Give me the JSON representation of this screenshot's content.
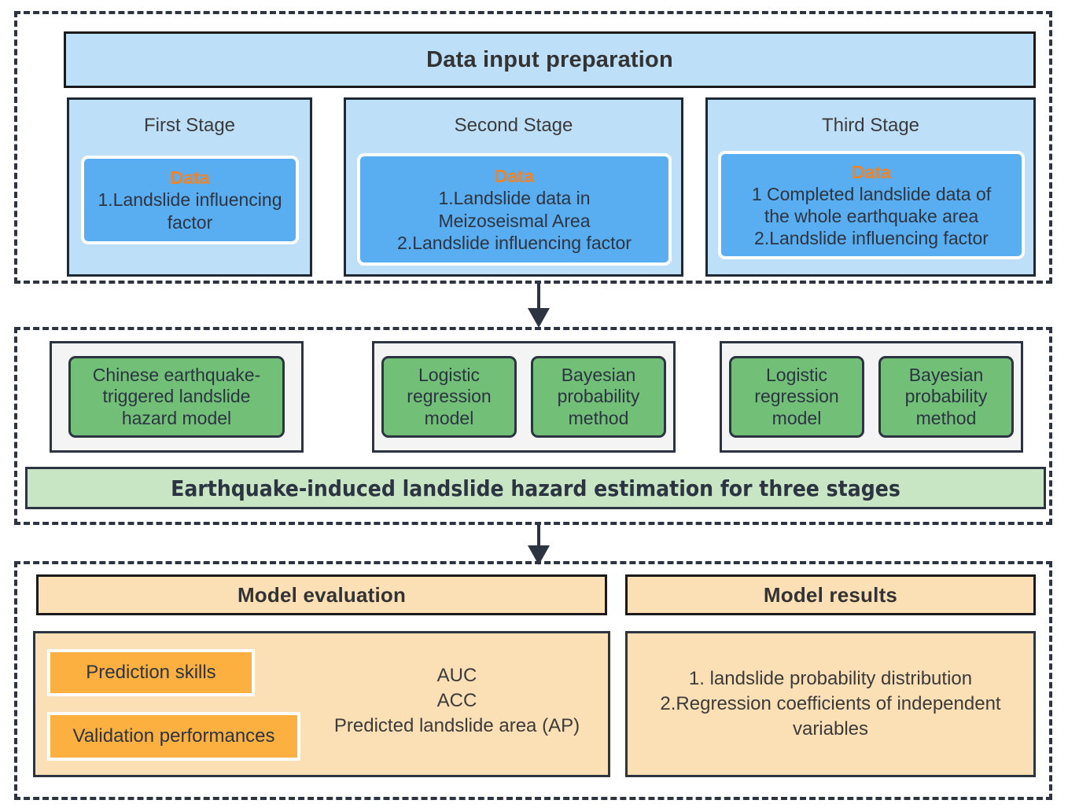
{
  "sections": {
    "data_input": {
      "title": "Data input preparation",
      "stages": [
        {
          "title": "First Stage",
          "data_label": "Data",
          "lines": [
            "1.Landslide influencing",
            "factor"
          ]
        },
        {
          "title": "Second Stage",
          "data_label": "Data",
          "lines": [
            "1.Landslide data in",
            "Meizoseismal Area",
            "2.Landslide influencing factor"
          ]
        },
        {
          "title": "Third Stage",
          "data_label": "Data",
          "lines": [
            "1 Completed landslide data of",
            "the whole earthquake area",
            "2.Landslide influencing factor"
          ]
        }
      ]
    },
    "models": {
      "groups": [
        {
          "boxes": [
            "Chinese earthquake-triggered landslide hazard model"
          ]
        },
        {
          "boxes": [
            "Logistic regression model",
            "Bayesian probability method"
          ]
        },
        {
          "boxes": [
            "Logistic regression model",
            "Bayesian probability method"
          ]
        }
      ],
      "banner": "Earthquake-induced landslide hazard estimation for three stages"
    },
    "output": {
      "evaluation": {
        "title": "Model evaluation",
        "tags": [
          "Prediction skills",
          "Validation performances"
        ],
        "metrics": [
          "AUC",
          "ACC",
          "Predicted landslide area (AP)"
        ]
      },
      "results": {
        "title": "Model results",
        "lines": [
          "1. landslide probability distribution",
          "2.Regression coefficients of independent",
          "variables"
        ]
      }
    }
  },
  "colors": {
    "blue_banner": "#bddff7",
    "blue_data": "#58aef0",
    "orange_accent": "#f58220",
    "green_model": "#72c078",
    "green_banner": "#c9e6c4",
    "orange_panel": "#fbdfb5",
    "orange_tag": "#fbb040",
    "outline_dark": "#2b3440"
  }
}
